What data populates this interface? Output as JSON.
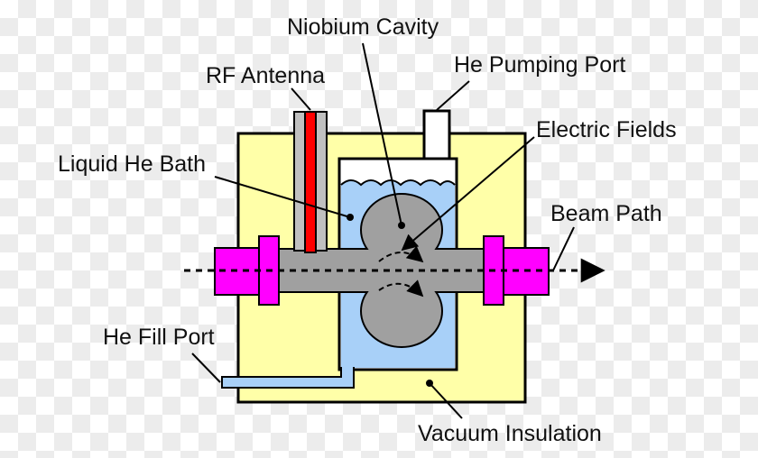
{
  "diagram": {
    "labels": {
      "niobium_cavity": "Niobium Cavity",
      "rf_antenna": "RF Antenna",
      "he_pumping_port": "He Pumping Port",
      "electric_fields": "Electric Fields",
      "liquid_he_bath": "Liquid He Bath",
      "beam_path": "Beam Path",
      "he_fill_port": "He Fill Port",
      "vacuum_insulation": "Vacuum Insulation"
    },
    "colors": {
      "vacuum_region": "#ffffa8",
      "helium_bath": "#a8d0f8",
      "cavity": "#a0a0a0",
      "rf_antenna": "#ff0000",
      "beam_flange": "#ff00ff",
      "outline": "#000000"
    }
  }
}
